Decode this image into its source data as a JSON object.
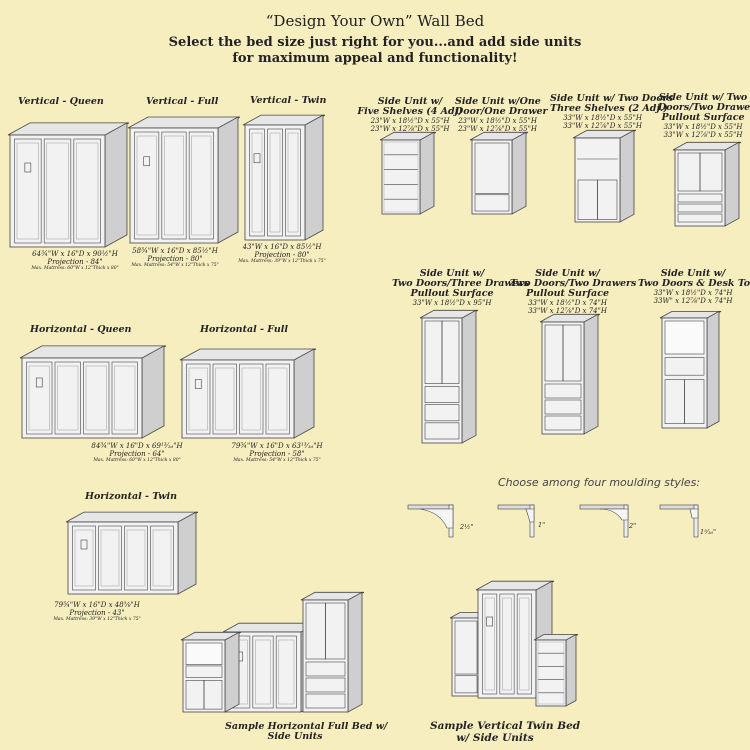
{
  "header": {
    "title": "“Design Your Own” Wall Bed",
    "subtitle_line1": "Select the bed size just right for you...and add side units",
    "subtitle_line2": "for maximum appeal and functionality!"
  },
  "beds": [
    {
      "name": "Vertical - Queen",
      "dims": "64¾\"W x 16\"D x 90½\"H",
      "projection": "Projection - 84\"",
      "mattress": "Max. Mattress: 60\"W x 12\"Thick x 80\""
    },
    {
      "name": "Vertical - Full",
      "dims": "58¾\"W x 16\"D x 85½\"H",
      "projection": "Projection - 80\"",
      "mattress": "Max. Mattress: 54\"W x 12\"Thick x 75\""
    },
    {
      "name": "Vertical - Twin",
      "dims": "43\"W x 16\"D x 85½\"H",
      "projection": "Projection - 80\"",
      "mattress": "Max. Mattress: 39\"W x 12\"Thick x 75\""
    },
    {
      "name": "Horizontal - Queen",
      "dims": "84¾\"W x 16\"D x 69¹³⁄₁₆\"H",
      "projection": "Projection - 64\"",
      "mattress": "Max. Mattress: 60\"W x 12\"Thick x 80\""
    },
    {
      "name": "Horizontal - Full",
      "dims": "79¾\"W x 16\"D x 63¹³⁄₁₆\"H",
      "projection": "Projection - 58\"",
      "mattress": "Max. Mattress: 54\"W x 12\"Thick x 75\""
    },
    {
      "name": "Horizontal - Twin",
      "dims": "79¾\"W x 16\"D x 48⅜\"H",
      "projection": "Projection - 43\"",
      "mattress": "Max. Mattress: 39\"W x 12\"Thick x 75\""
    }
  ],
  "side_units": [
    {
      "name_line1": "Side Unit w/",
      "name_line2": "Five Shelves (4 Adj)",
      "name_line3": "",
      "dims_line1": "23\"W x 18½\"D x 55\"H",
      "dims_line2": "23\"W x 12⅞\"D x 55\"H"
    },
    {
      "name_line1": "Side Unit w/One",
      "name_line2": "Door/One Drawer",
      "name_line3": "",
      "dims_line1": "23\"W x 18½\"D x 55\"H",
      "dims_line2": "23\"W x 12⅞\"D x 55\"H"
    },
    {
      "name_line1": "Side Unit w/ Two Doors",
      "name_line2": "Three Shelves (2 Adj.)",
      "name_line3": "",
      "dims_line1": "33\"W x 18½\"D x 55\"H",
      "dims_line2": "33\"W x 12⅞\"D x 55\"H"
    },
    {
      "name_line1": "Side Unit w/ Two",
      "name_line2": "Doors/Two Drawers",
      "name_line3": "Pullout Surface",
      "dims_line1": "33\"W x 18½\"D x 55\"H",
      "dims_line2": "33\"W x 12⅞\"D x 55\"H"
    },
    {
      "name_line1": "Side Unit w/",
      "name_line2": "Two Doors/Three Drawers",
      "name_line3": "Pullout Surface",
      "dims_line1": "33\"W x 18½\"D x 95\"H",
      "dims_line2": ""
    },
    {
      "name_line1": "Side Unit w/",
      "name_line2": "Two Doors/Two Drawers",
      "name_line3": "Pullout Surface",
      "dims_line1": "33\"W x 18½\"D x 74\"H",
      "dims_line2": "33\"W x 12⅞\"D x 74\"H"
    },
    {
      "name_line1": "Side Unit w/",
      "name_line2": "Two Doors & Desk Top",
      "name_line3": "",
      "dims_line1": "33\"W x 18½\"D x 74\"H",
      "dims_line2": "33W\" x 12⅞\"D x 74\"H"
    }
  ],
  "moulding": {
    "title": "Choose among four moulding styles:",
    "sizes": [
      "2½\"",
      "1\"",
      "2\"",
      "1⁵⁄₁₆\""
    ]
  },
  "samples": {
    "horizontal": {
      "line1": "Sample Horizontal Full Bed w/",
      "line2": "Side Units"
    },
    "vertical": {
      "line1": "Sample Vertical Twin Bed",
      "line2": "w/ Side Units"
    }
  },
  "colors": {
    "background": "#f7eec0",
    "cabinet_front": "#f2f2f2",
    "cabinet_side": "#cfcfcf",
    "outline": "#444444"
  }
}
